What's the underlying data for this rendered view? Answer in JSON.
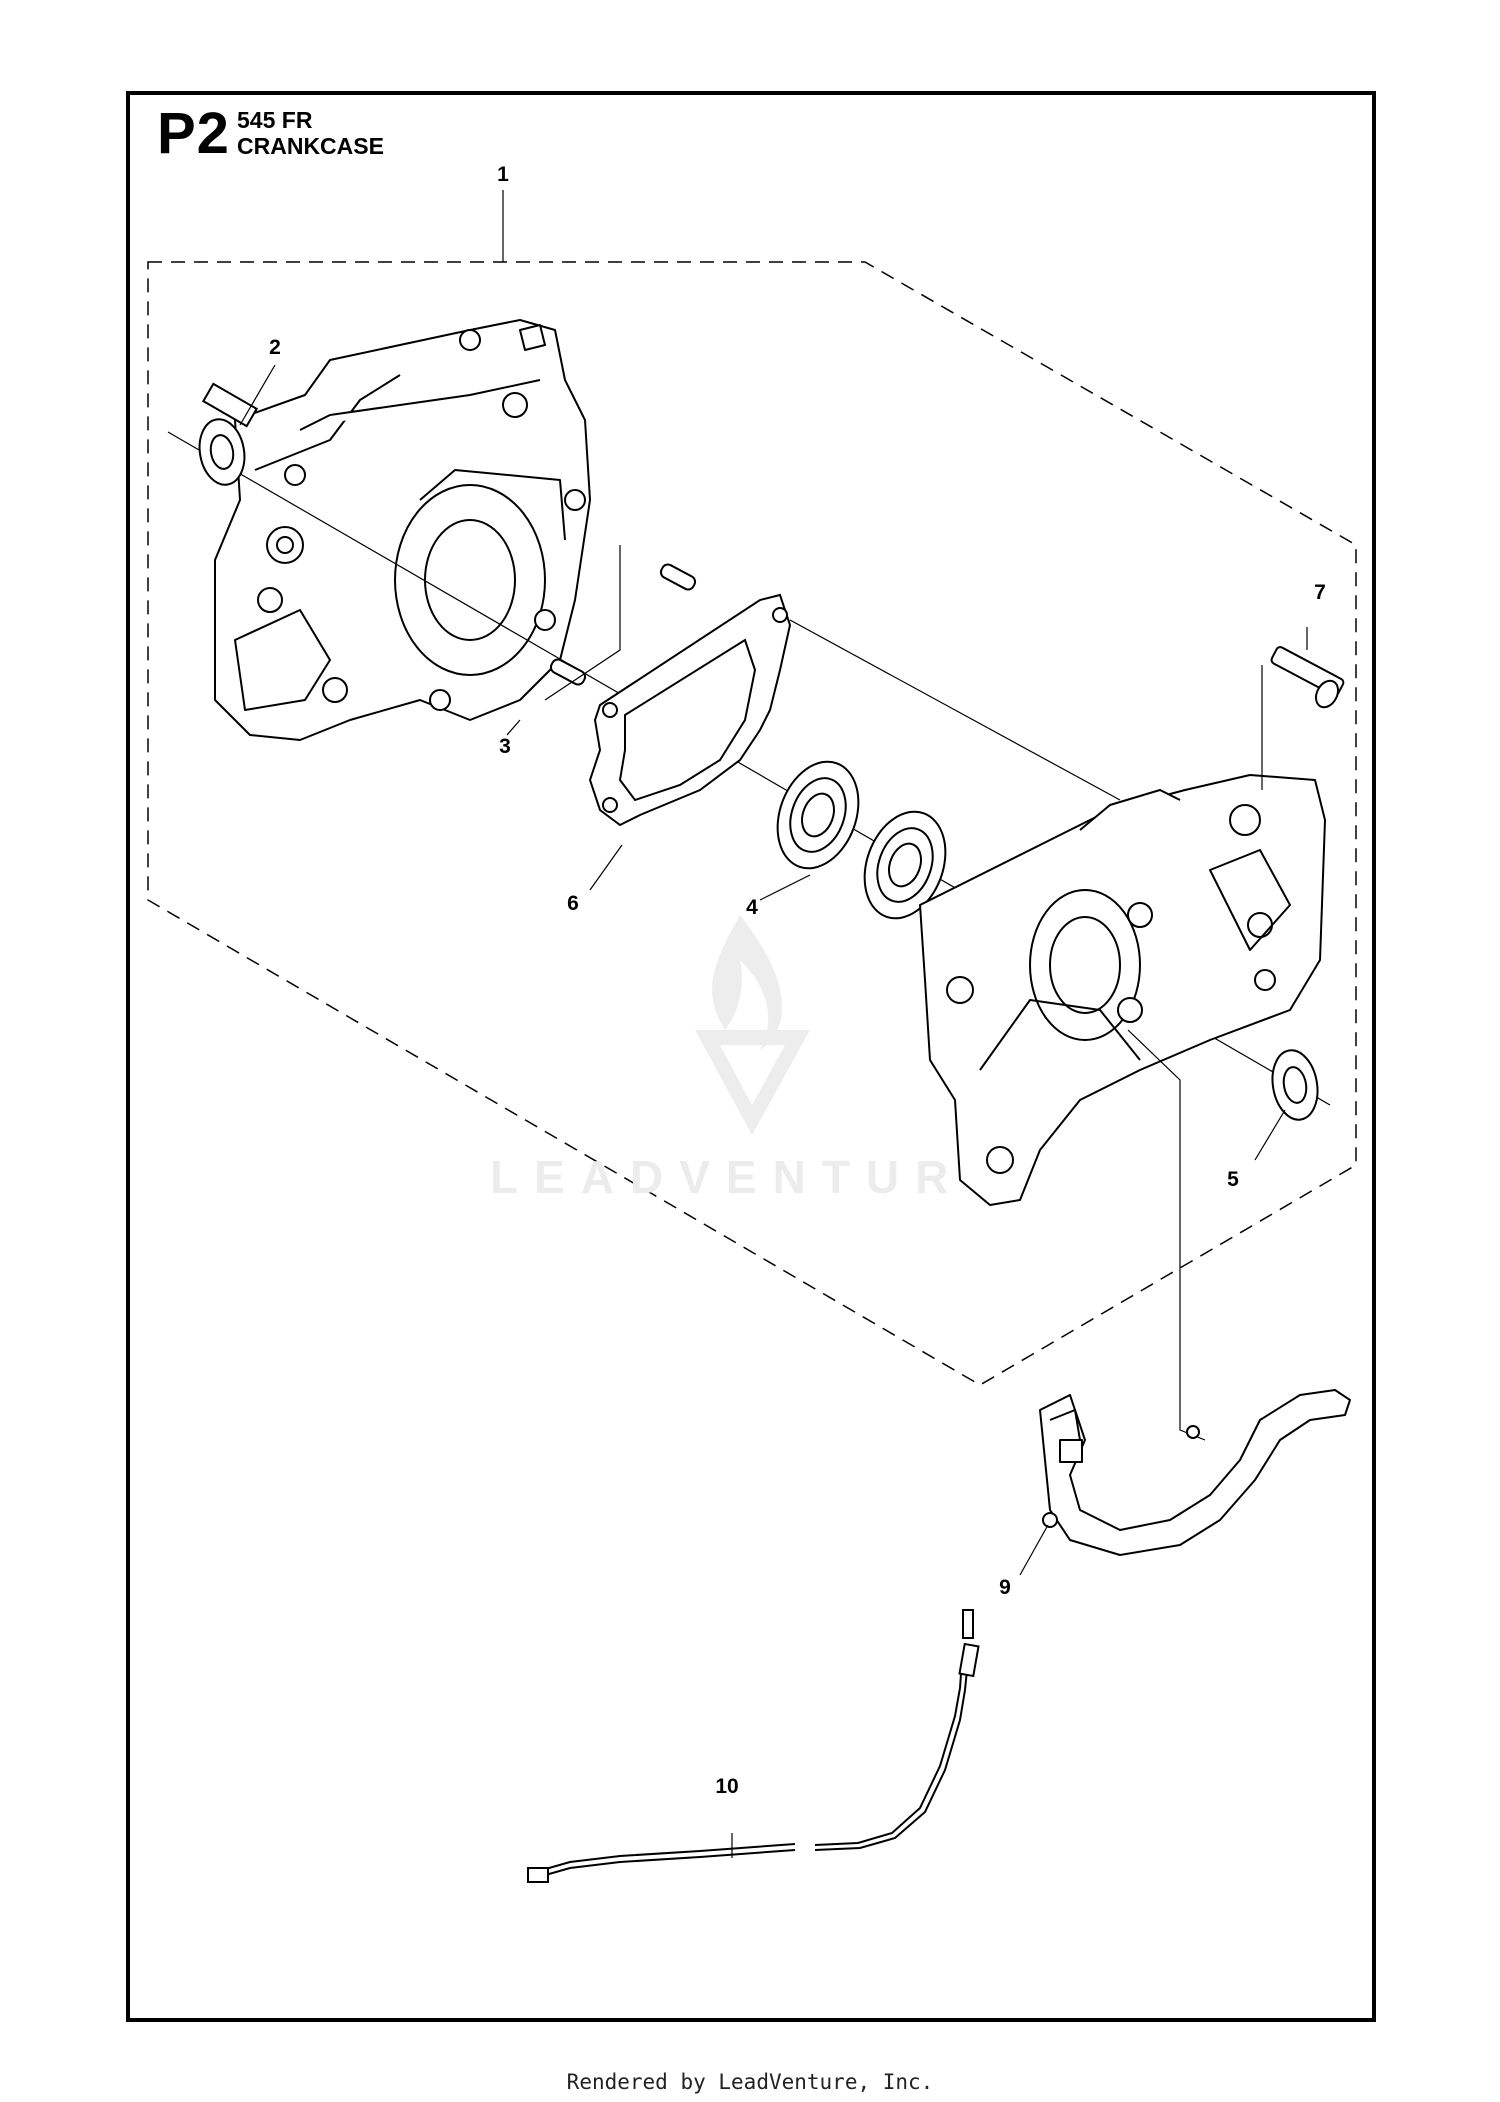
{
  "header": {
    "page_code": "P2",
    "model": "545 FR",
    "section_title": "CRANKCASE"
  },
  "callouts": [
    "1",
    "2",
    "3",
    "4",
    "5",
    "6",
    "7",
    "9",
    "10"
  ],
  "watermark": "LEADVENTUR",
  "footer": "Rendered by LeadVenture, Inc."
}
